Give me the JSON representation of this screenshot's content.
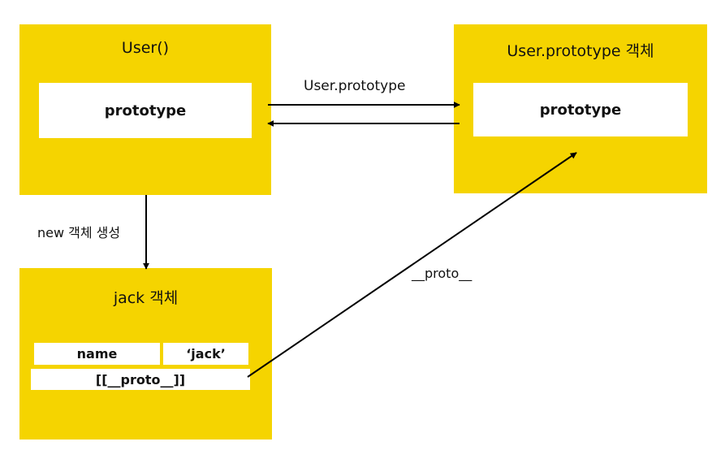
{
  "user_box": {
    "title": "User()",
    "field": "prototype"
  },
  "proto_box": {
    "title": "User.prototype 객체",
    "field": "prototype"
  },
  "jack_box": {
    "title": "jack 객체",
    "key": "name",
    "value": "‘jack’",
    "internal": "[[__proto__]]"
  },
  "edges": {
    "prototype_link": "User.prototype",
    "new_object": "new 객체 생성",
    "proto_link": "__proto__"
  },
  "colors": {
    "box": "#f5d400",
    "arrow": "#000000"
  }
}
